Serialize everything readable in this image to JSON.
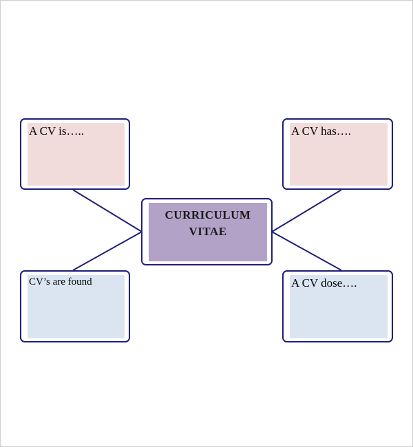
{
  "diagram": {
    "center": {
      "line1": "CURRICULUM",
      "line2": "VITAE"
    },
    "nodes": {
      "top_left": "A CV is…..",
      "top_right": "A CV has….",
      "bottom_left": "CV’s are found",
      "bottom_right": "A CV dose…."
    },
    "colors": {
      "border": "#1f1f7a",
      "pink_fill": "#f2dcdb",
      "blue_fill": "#dbe5f1",
      "purple_fill": "#b2a2c7",
      "connector": "#1f1f7a"
    }
  }
}
